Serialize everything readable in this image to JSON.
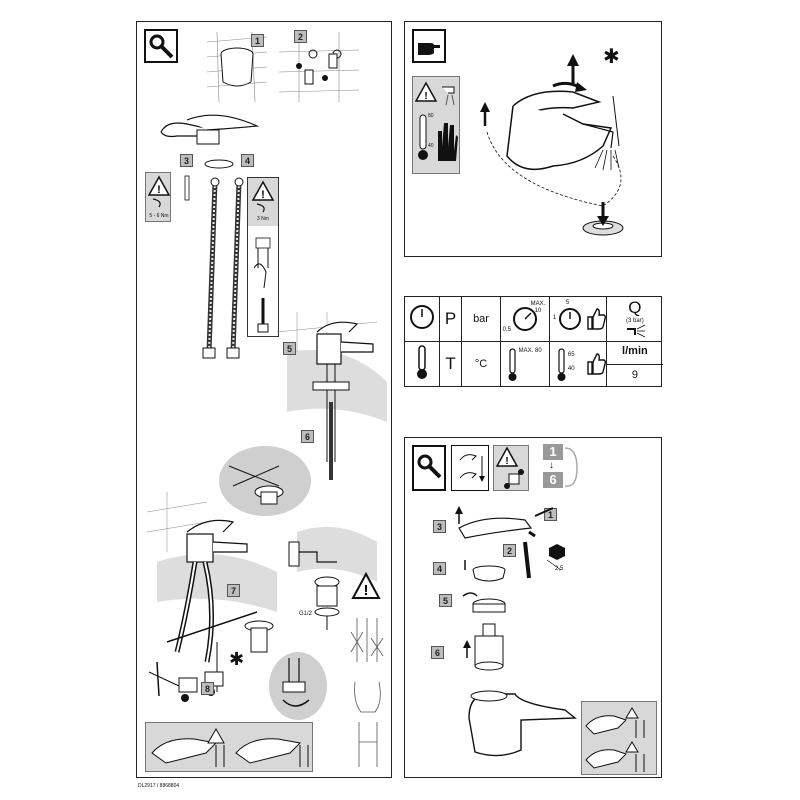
{
  "install": {
    "steps": [
      "1",
      "2",
      "3",
      "4",
      "5",
      "6",
      "7",
      "8"
    ],
    "torque_a": "5 - 6 Nm",
    "torque_b": "3 Nm",
    "thread_label": "G1/2",
    "cold_symbol": "✱"
  },
  "operation": {
    "temp_scale_top": "80",
    "temp_scale_bottom": "40",
    "cold_symbol": "✱"
  },
  "specs": {
    "pressure_symbol": "P",
    "pressure_unit": "bar",
    "gauge1_max": "MAX.",
    "gauge1_max_val": "10",
    "gauge1_min": "0,5",
    "gauge2_top": "5",
    "gauge2_left": "1",
    "temp_symbol": "T",
    "temp_unit": "°C",
    "temp_max": "MAX. 80",
    "temp_rec_high": "65",
    "temp_rec_low": "40",
    "flow_symbol": "Q",
    "flow_condition": "(3 bar)",
    "flow_unit": "l/min",
    "flow_value": "9"
  },
  "maintenance": {
    "steps": [
      "1",
      "2",
      "3",
      "4",
      "5",
      "6"
    ],
    "range_from": "1",
    "range_to": "6",
    "hex_size": "2,5"
  },
  "footer": {
    "doc_code": "DL2917 / 8868804"
  }
}
